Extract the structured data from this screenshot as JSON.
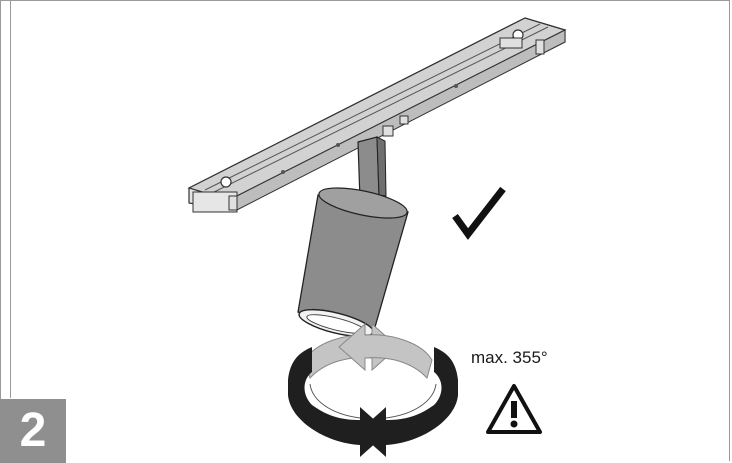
{
  "step": {
    "number": "2"
  },
  "rotation": {
    "label": "max. 355°",
    "max_degrees": 355
  },
  "status": {
    "icon": "check-icon"
  },
  "warning": {
    "icon": "warning-triangle-icon"
  },
  "colors": {
    "body": "#8c8c8c",
    "rail": "#d9d9d9",
    "arrow_dark": "#1f1f1f",
    "arrow_light": "#bdbdbd",
    "badge": "#8f8f8f"
  }
}
